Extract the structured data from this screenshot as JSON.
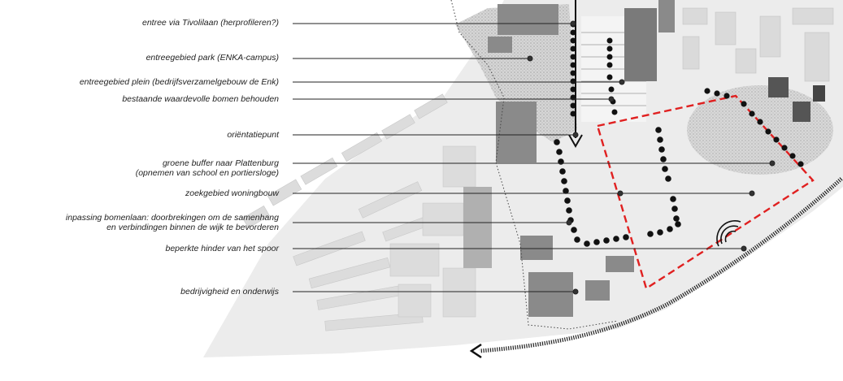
{
  "labels": [
    {
      "text": "entree via Tivolilaan (herprofileren?)"
    },
    {
      "text": "entreegebied park (ENKA-campus)"
    },
    {
      "text": "entreegebied plein (bedrijfsverzamelgebouw de Enk)"
    },
    {
      "text": "bestaande waardevolle bomen behouden"
    },
    {
      "text": "oriëntatiepunt"
    },
    {
      "text": "groene buffer naar Plattenburg"
    },
    {
      "text": "(opnemen van school en portiersloge)"
    },
    {
      "text": "zoekgebied woningbouw"
    },
    {
      "text": "inpassing bomenlaan: doorbrekingen om de  samenhang"
    },
    {
      "text": "en verbindingen binnen de wijk te bevorderen"
    },
    {
      "text": "beperkte hinder van het spoor"
    },
    {
      "text": "bedrijvigheid en onderwijs"
    }
  ],
  "colors": {
    "boundary": "#e02020",
    "buildings": "#8a8a8a",
    "background_area": "#ececec",
    "trees": "#111111",
    "leader_line": "#222222"
  },
  "icons": [
    "north-arrow-icon",
    "train-noise-icon",
    "railway-direction-arrow-icon"
  ]
}
